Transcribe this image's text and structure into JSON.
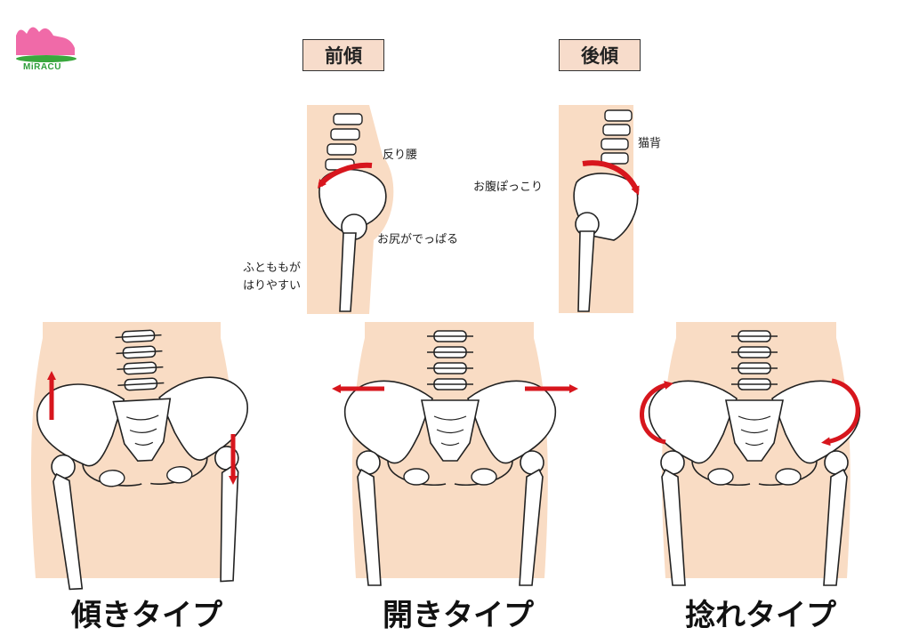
{
  "logo": {
    "text": "MiRACU"
  },
  "top_views": {
    "anterior": {
      "title": "前傾",
      "notes": {
        "sway_back": "反り腰",
        "butt_sticks_out": "お尻がでっぱる",
        "thigh_line1": "ふとももが",
        "thigh_line2": "はりやすい"
      }
    },
    "posterior": {
      "title": "後傾",
      "notes": {
        "hunchback": "猫背",
        "belly_out": "お腹ぽっこり"
      }
    }
  },
  "types": {
    "tilt": "傾きタイプ",
    "open": "開きタイプ",
    "twist": "捻れタイプ"
  },
  "colors": {
    "skin": "#f9dcc4",
    "arrow": "#d7161d",
    "tag_bg": "#f7dccb",
    "logo_pink": "#f06aa8",
    "logo_green": "#3aa83d"
  }
}
